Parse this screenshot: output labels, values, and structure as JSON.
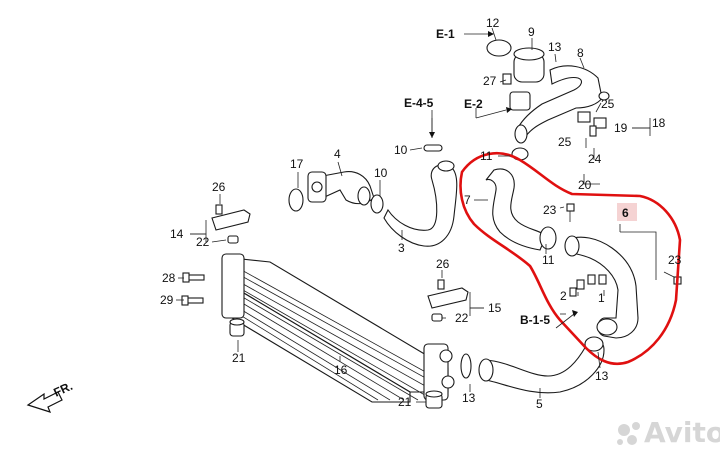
{
  "refs": {
    "e1": "E-1",
    "e2": "E-2",
    "e45": "E-4-5",
    "b15": "B-1-5"
  },
  "callouts": {
    "n2": "2",
    "n3": "3",
    "n4": "4",
    "n5": "5",
    "n6": "6",
    "n7": "7",
    "n8": "8",
    "n9": "9",
    "n10": "10",
    "n11": "11",
    "n12": "12",
    "n13a": "13",
    "n13b": "13",
    "n13c": "13",
    "n14": "14",
    "n15": "15",
    "n16": "16",
    "n17": "17",
    "n18": "18",
    "n19": "19",
    "n20": "20",
    "n21a": "21",
    "n21b": "21",
    "n22a": "22",
    "n22b": "22",
    "n23a": "23",
    "n23b": "23",
    "n24": "24",
    "n25a": "25",
    "n25b": "25",
    "n26a": "26",
    "n26b": "26",
    "n27": "27",
    "n28": "28",
    "n29": "29",
    "n1": "1"
  },
  "direction_label": "FR.",
  "highlight": {
    "color": "#e01010",
    "part": "6"
  },
  "watermark": {
    "text": "Avito",
    "icon": "avito-logo-icon"
  }
}
